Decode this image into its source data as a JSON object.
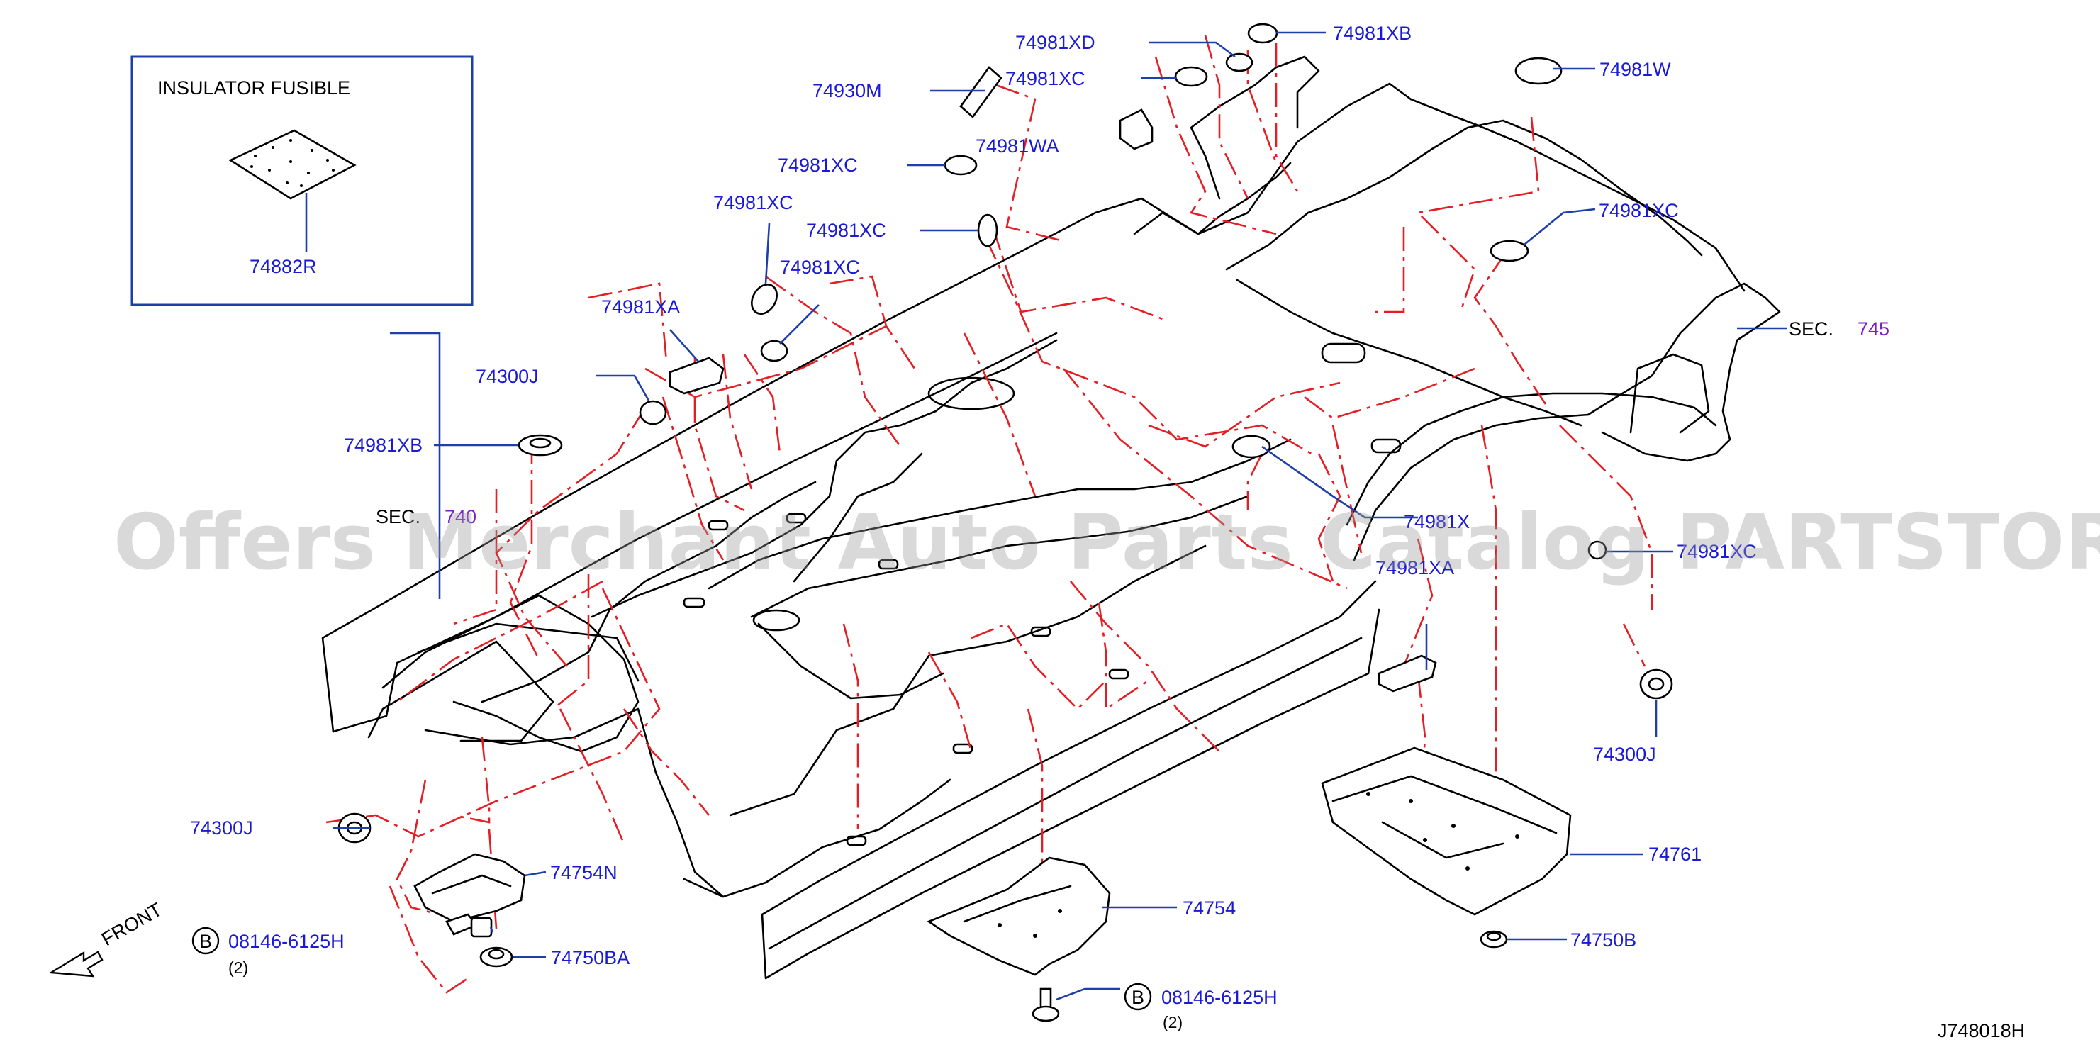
{
  "colors": {
    "label": "#1a1ad6",
    "section_ref": "#7a1fc4",
    "phantom_line": "#e31e24",
    "leader": "#1f3fa8",
    "outline": "#000000",
    "watermark": "#9a9a9a"
  },
  "inset": {
    "title": "INSULATOR   FUSIBLE",
    "part": "74882R"
  },
  "labels": {
    "p74981XD": "74981XD",
    "p74981XB_top": "74981XB",
    "p74930M": "74930M",
    "p74981XC_a": "74981XC",
    "p74981W": "74981W",
    "p74981WA": "74981WA",
    "p74981XC_b": "74981XC",
    "p74981XC_c": "74981XC",
    "p74981XC_d": "74981XC",
    "p74981XC_e": "74981XC",
    "p74981XC_right": "74981XC",
    "p74981XA_left": "74981XA",
    "p74300J_left": "74300J",
    "p74981XB_left": "74981XB",
    "sec_prefix_left": "SEC.",
    "sec_num_left": "740",
    "sec_prefix_right": "SEC.",
    "sec_num_right": "745",
    "p74981X_mid": "74981X",
    "p74981XA_mid": "74981XA",
    "p74981XC_mid": "74981XC",
    "p74300J_right": "74300J",
    "p74761": "74761",
    "p74300J_lower": "74300J",
    "p74754N": "74754N",
    "p74754": "74754",
    "bolt_left_symbol": "B",
    "bolt_left": "08146-6125H",
    "bolt_left_qty": "(2)",
    "p74750BA": "74750BA",
    "bolt_bottom_symbol": "B",
    "bolt_bottom": "08146-6125H",
    "bolt_bottom_qty": "(2)",
    "p74750B": "74750B",
    "front": "FRONT",
    "diagram_id": "J748018H"
  },
  "watermark": "Offers Merchant Auto Parts Catalog PARTSTORE.SA"
}
